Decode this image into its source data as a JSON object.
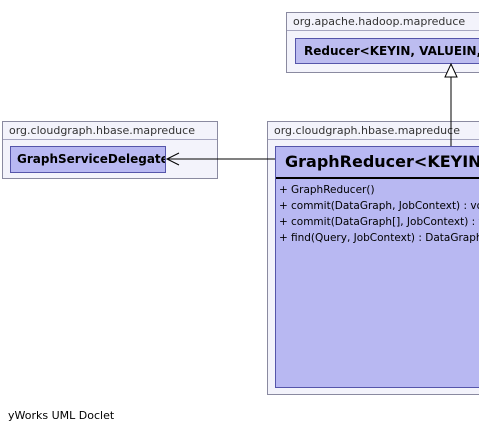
{
  "packages": {
    "hadoop": "org.apache.hadoop.mapreduce",
    "delegate": "org.cloudgraph.hbase.mapreduce",
    "reducer": "org.cloudgraph.hbase.mapreduce"
  },
  "classes": {
    "reducer_base": {
      "name": "Reducer<KEYIN, VALUEIN, KEYOUT, VALUEOUT>"
    },
    "delegate": {
      "name": "GraphServiceDelegate"
    },
    "graph_reducer": {
      "name": "GraphReducer<KEYIN, VALUEIN, KEYOUT, VALUEOUT>",
      "members": [
        {
          "visibility": "+",
          "signature": "GraphReducer()"
        },
        {
          "visibility": "+",
          "signature": "commit(DataGraph, JobContext) : void"
        },
        {
          "visibility": "+",
          "signature": "commit(DataGraph[], JobContext) : void"
        },
        {
          "visibility": "+",
          "signature": "find(Query, JobContext) : DataGraph[]"
        }
      ]
    }
  },
  "relations": [
    {
      "type": "generalization",
      "from": "GraphReducer",
      "to": "Reducer"
    },
    {
      "type": "dependency",
      "from": "GraphReducer",
      "to": "GraphServiceDelegate"
    }
  ],
  "footer": "yWorks UML Doclet",
  "colors": {
    "class_fill": "#b8b8f2",
    "class_border": "#5555aa",
    "package_fill": "#f3f3fb",
    "package_border": "#8a8aa0"
  }
}
